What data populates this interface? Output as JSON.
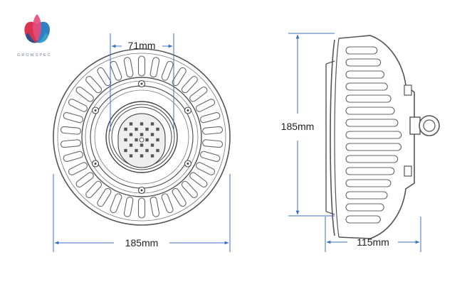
{
  "brand": {
    "name": "GROWSPEC",
    "colors": {
      "pink": "#e64a7b",
      "red": "#d8344f",
      "blue": "#2f7fc1",
      "teal": "#35a3c9",
      "navy": "#2b4f8c"
    }
  },
  "dimensions": {
    "front_width": "185mm",
    "led_module_width": "71mm",
    "side_height": "185mm",
    "side_depth": "115mm"
  },
  "colors": {
    "outline": "#555555",
    "dimension_line": "#3b6fc2",
    "text": "#222222"
  }
}
